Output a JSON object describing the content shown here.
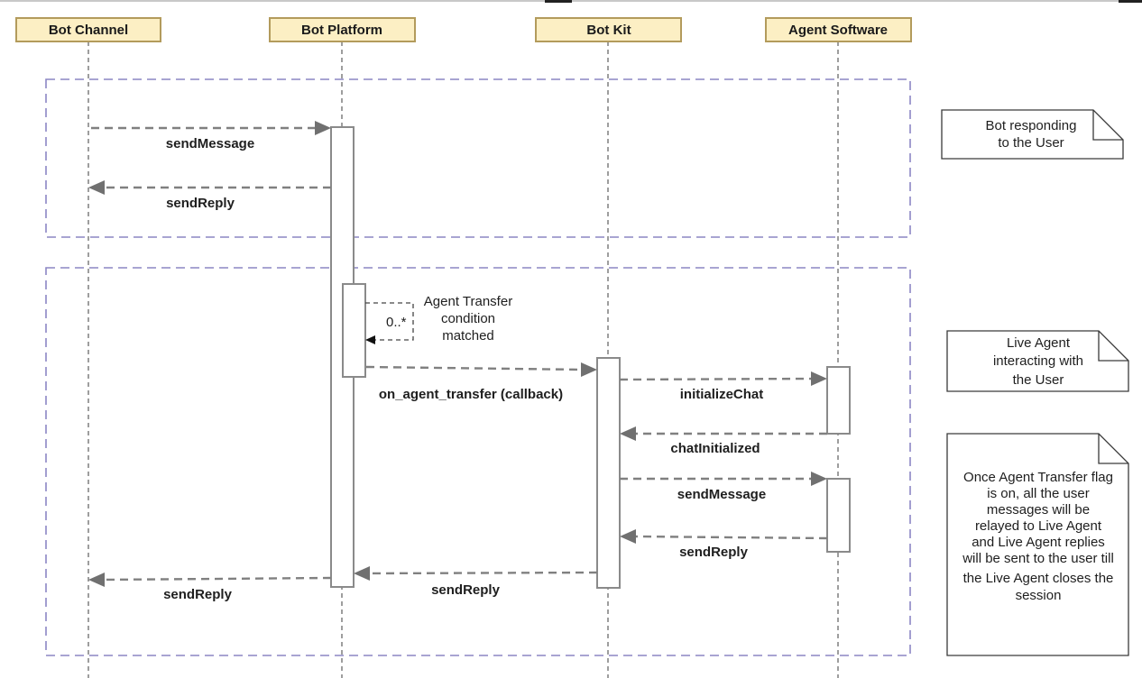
{
  "actors": [
    {
      "name": "Bot Channel"
    },
    {
      "name": "Bot Platform"
    },
    {
      "name": "Bot Kit"
    },
    {
      "name": "Agent Software"
    }
  ],
  "messages": {
    "send_message_1": "sendMessage",
    "send_reply_1": "sendReply",
    "self_multiplicity": "0..*",
    "self_condition": [
      "Agent Transfer",
      "condition",
      "matched"
    ],
    "on_agent_transfer": "on_agent_transfer  (callback)",
    "initialize_chat": "initializeChat",
    "chat_initialized": "chatInitialized",
    "send_message_2": "sendMessage",
    "send_reply_2": "sendReply",
    "send_reply_3": "sendReply",
    "send_reply_4": "sendReply"
  },
  "notes": {
    "bot_responding": [
      "Bot responding",
      "to the User"
    ],
    "live_agent": [
      "Live Agent",
      "interacting with",
      "the User"
    ],
    "transfer_flag": [
      "Once Agent Transfer flag",
      "is on, all the user",
      "messages will be",
      "relayed to Live Agent",
      "and Live Agent replies",
      "will be sent to the user till",
      "the Live Agent closes the",
      "session"
    ]
  }
}
